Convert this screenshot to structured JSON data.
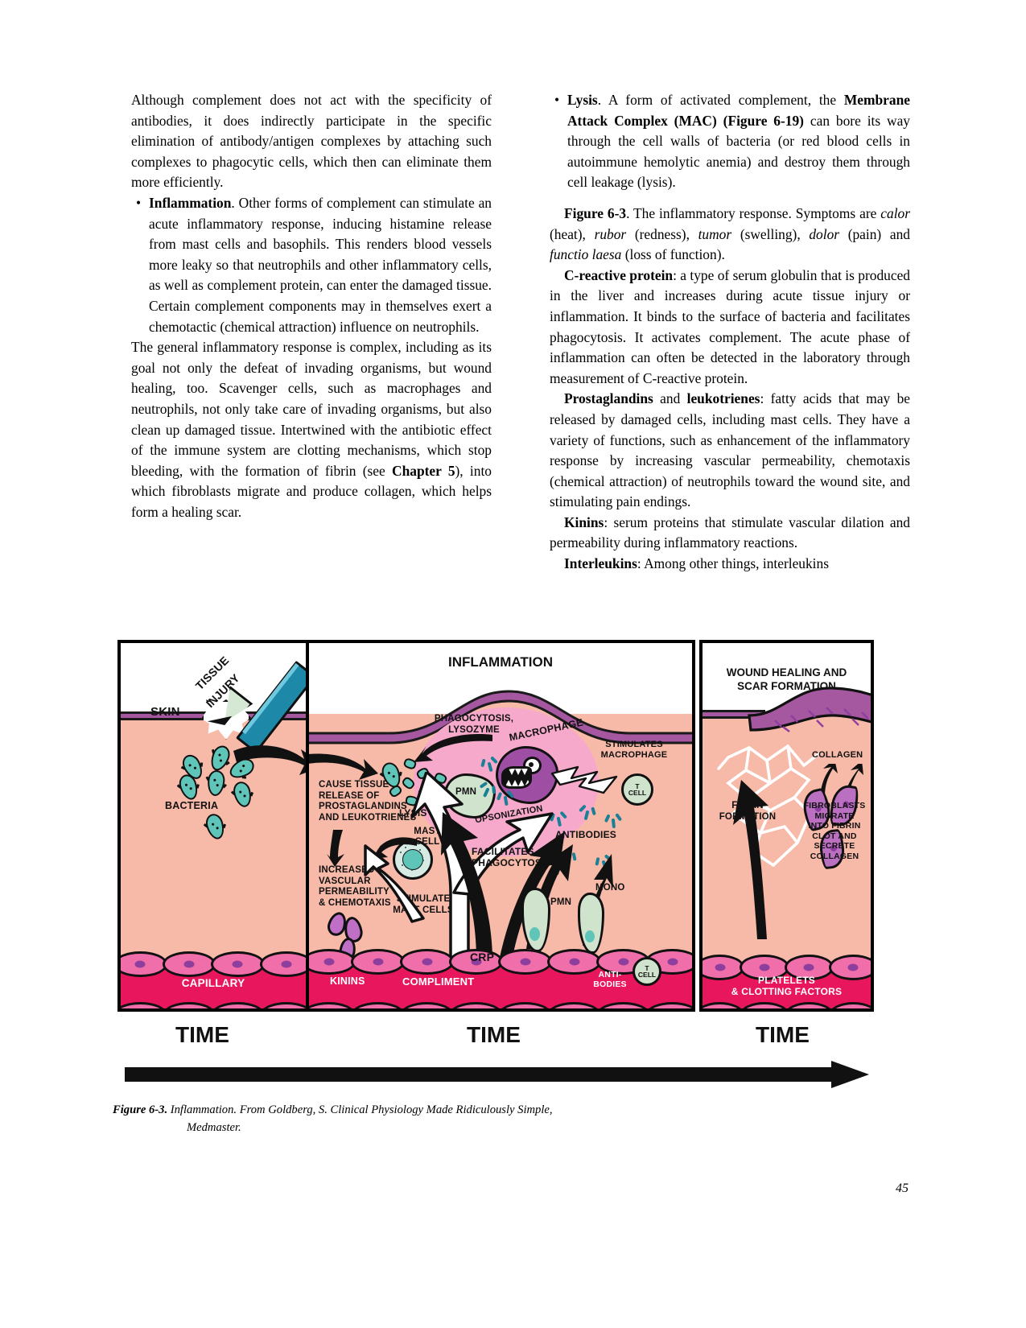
{
  "page_number": "45",
  "left_column": {
    "para1": "Although complement does not act with the specificity of antibodies, it does indirectly participate in the specific elimination of antibody/antigen complexes by attaching such complexes to phagocytic cells, which then can eliminate them more efficiently.",
    "bullet_inflammation_label": "Inflammation",
    "bullet_inflammation_text": ". Other forms of complement can stimulate an acute inflammatory response, inducing histamine release from mast cells and basophils. This renders blood vessels more leaky so that neutrophils and other inflammatory cells, as well as complement protein, can enter the damaged tissue. Certain complement components may in themselves exert a chemotactic (chemical attraction) influence on neutrophils.",
    "para3_a": "The general inflammatory response is complex, including as its goal not only the defeat of invading organisms, but wound healing, too. Scavenger cells, such as macrophages and neutrophils, not only take care of invading organisms, but also clean up damaged tissue. Intertwined with the antibiotic effect of the immune system are clotting mechanisms, which stop bleeding, with the formation of fibrin (see ",
    "para3_bold": "Chapter 5",
    "para3_b": "), into which fibroblasts migrate and produce collagen, which helps form a healing scar."
  },
  "right_column": {
    "bullet_lysis_label": "Lysis",
    "bullet_lysis_a": ". A form of activated complement, the ",
    "bullet_lysis_bold": "Membrane Attack Complex (MAC) (Figure 6-19)",
    "bullet_lysis_b": " can bore its way through the cell walls of bacteria (or red blood cells in autoimmune hemolytic anemia) and destroy them through cell leakage (lysis).",
    "fig_ref_bold": "Figure 6-3",
    "fig_ref_a": ". The inflammatory response. Symptoms are ",
    "fig_calor": "calor",
    "fig_b": " (heat), ",
    "fig_rubor": "rubor",
    "fig_c": " (redness), ",
    "fig_tumor": "tumor",
    "fig_d": " (swelling), ",
    "fig_dolor": "dolor",
    "fig_e": " (pain) and ",
    "fig_functio": "functio laesa",
    "fig_f": " (loss of function).",
    "crp_bold": "C-reactive protein",
    "crp_text": ": a type of serum globulin that is produced in the liver and increases during acute tissue injury or inflammation. It binds to the surface of bacteria and facilitates phagocytosis. It activates complement. The acute phase of inflammation can often be detected in the laboratory through measurement of C-reactive protein.",
    "prost_bold1": "Prostaglandins",
    "prost_and": " and ",
    "prost_bold2": "leukotrienes",
    "prost_text": ": fatty acids that may be released by damaged cells, including mast cells. They have a variety of functions, such as enhancement of the inflammatory response by increasing vascular permeability, chemotaxis (chemical attraction) of neutrophils toward the wound site, and stimulating pain endings.",
    "kinins_bold": "Kinins",
    "kinins_text": ": serum proteins that stimulate vascular dilation and permeability during inflammatory reactions.",
    "interleukins_bold": "Interleukins",
    "interleukins_text": ": Among other things, interleukins"
  },
  "figure": {
    "panel1": {
      "labels": {
        "tissue_injury_l1": "TISSUE",
        "tissue_injury_l2": "INJURY",
        "skin": "SKIN",
        "bacteria": "BACTERIA",
        "capillary": "CAPILLARY"
      }
    },
    "panel2": {
      "title": "INFLAMMATION",
      "labels": {
        "phagocytosis_l1": "PHAGOCYTOSIS,",
        "phagocytosis_l2": "LYSOZYME",
        "macrophage": "MACROPHAGE",
        "stimulates_l1": "STIMULATES",
        "stimulates_l2": "MACROPHAGE",
        "t_cell_1_l1": "T",
        "t_cell_1_l2": "CELL",
        "cause_tissue_l1": "CAUSE TISSUE",
        "cause_tissue_l2": "RELEASE OF",
        "cause_tissue_l3": "PROSTAGLANDINS",
        "cause_tissue_l4": "AND LEUKOTRIENES",
        "lysis": "LYSIS",
        "pmn_top": "PMN",
        "opsonization": "OPSONIZATION",
        "antibodies": "ANTIBODIES",
        "mast_cell_l1": "MAST",
        "mast_cell_l2": "CELL",
        "increased_l1": "INCREASED",
        "increased_l2": "VASCULAR",
        "increased_l3": "PERMEABILITY",
        "increased_l4": "& CHEMOTAXIS",
        "stimulate_mast_l1": "STIMULATE",
        "stimulate_mast_l2": "MAST CELLS",
        "facilitates_l1": "FACILITATES",
        "facilitates_l2": "PHAGOCYTOSIS",
        "pmn_bottom": "PMN",
        "mono": "MONO",
        "crp": "CRP",
        "kinins": "KININS",
        "compliment": "COMPLIMENT",
        "antibodies_bottom_l1": "ANTI-",
        "antibodies_bottom_l2": "BODIES",
        "t_cell_2_l1": "T",
        "t_cell_2_l2": "CELL"
      }
    },
    "panel3": {
      "title_l1": "WOUND HEALING AND",
      "title_l2": "SCAR FORMATION",
      "labels": {
        "collagen": "COLLAGEN",
        "fibrin_l1": "FIBRIN",
        "fibrin_l2": "FORMATION",
        "fibroblasts_l1": "FIBROBLASTS",
        "fibroblasts_l2": "MIGRATE",
        "fibroblasts_l3": "INTO FIBRIN",
        "fibroblasts_l4": "CLOT AND",
        "fibroblasts_l5": "SECRETE",
        "fibroblasts_l6": "COLLAGEN",
        "platelets_l1": "PLATELETS",
        "platelets_l2": "& CLOTTING FACTORS"
      }
    },
    "time_labels": {
      "t1": "TIME",
      "t2": "TIME",
      "t3": "TIME"
    },
    "colors": {
      "dermis": "#f7b9a8",
      "epidermis": "#a558a0",
      "capillary": "#e8175d",
      "endothelium": "#f06ea9",
      "bacteria": "#5fc5b8",
      "macrophage": "#9e4fa3",
      "antibody": "#1b7f96",
      "pmn": "#cfe3cd",
      "swelling": "#f6a9cb",
      "pencil": "#1e88a8"
    }
  },
  "caption": {
    "title": "Figure 6-3.",
    "line1": " Inflammation. From Goldberg, S. Clinical Physiology Made Ridiculously Simple,",
    "line2": "Medmaster."
  }
}
